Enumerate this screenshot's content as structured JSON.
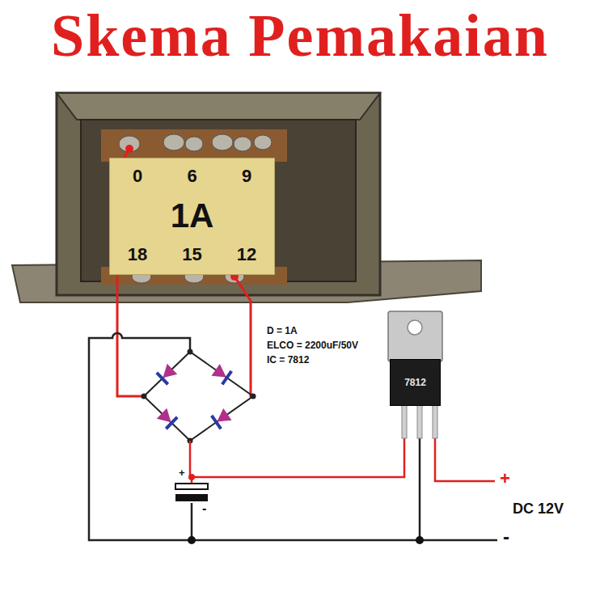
{
  "diagram": {
    "title": "Skema Pemakaian",
    "nodes": [
      {
        "text": [
          "0",
          "6",
          "9",
          "1A",
          "18",
          "15",
          "12"
        ]
      },
      {
        "text": [
          "7812"
        ]
      }
    ],
    "labels": [
      "D = 1A",
      "ELCO = 2200uF/50V",
      "IC = 7812",
      "+",
      "-",
      "+",
      "DC 12V",
      "-"
    ]
  }
}
